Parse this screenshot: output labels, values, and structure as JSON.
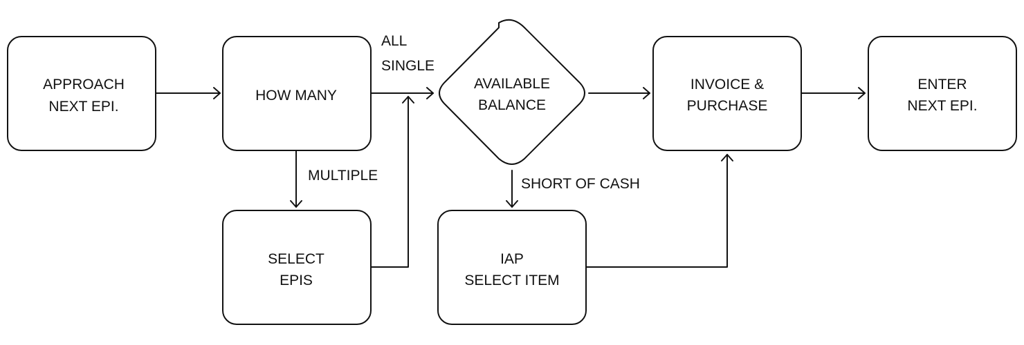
{
  "nodes": {
    "approach": {
      "line1": "APPROACH",
      "line2": "NEXT EPI."
    },
    "how_many": {
      "line1": "HOW MANY"
    },
    "select_epis": {
      "line1": "SELECT",
      "line2": "EPIS"
    },
    "available_balance": {
      "line1": "AVAILABLE",
      "line2": "BALANCE"
    },
    "iap": {
      "line1": "IAP",
      "line2": "SELECT ITEM"
    },
    "invoice": {
      "line1": "INVOICE &",
      "line2": "PURCHASE"
    },
    "enter": {
      "line1": "ENTER",
      "line2": "NEXT EPI."
    }
  },
  "edge_labels": {
    "all": "ALL",
    "single": "SINGLE",
    "multiple": "MULTIPLE",
    "short_of_cash": "SHORT OF CASH"
  }
}
